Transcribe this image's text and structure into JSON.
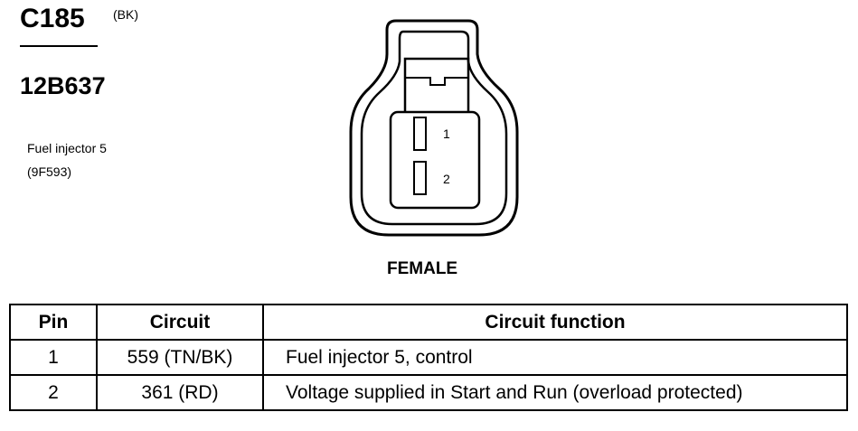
{
  "connector": {
    "id": "C185",
    "color_code": "(BK)",
    "part_number": "12B637",
    "description_line1": "Fuel injector 5",
    "description_line2": "(9F593)"
  },
  "diagram": {
    "gender": "FEMALE",
    "pin_labels": [
      "1",
      "2"
    ]
  },
  "table": {
    "headers": [
      "Pin",
      "Circuit",
      "Circuit function"
    ],
    "rows": [
      [
        "1",
        "559 (TN/BK)",
        "Fuel injector 5, control"
      ],
      [
        "2",
        "361 (RD)",
        "Voltage supplied in Start and Run (overload protected)"
      ]
    ]
  }
}
